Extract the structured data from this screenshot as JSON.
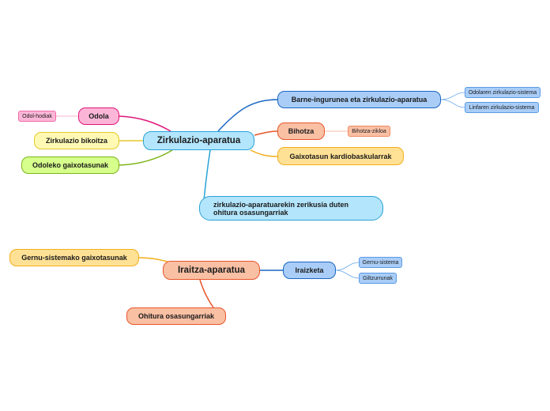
{
  "colors": {
    "blue_fill": "#b3e5fc",
    "blue_border": "#29a3d6",
    "pink_fill": "#fbb6d7",
    "pink_border": "#e0157a",
    "yellow_fill": "#fff9b4",
    "yellow_border": "#e5c92a",
    "green_fill": "#d6ff8c",
    "green_border": "#7cb518",
    "navy_fill": "#a9cdf7",
    "navy_border": "#1a66c2",
    "salmon_fill": "#f9c0a4",
    "salmon_border": "#e8552a",
    "orange_fill": "#ffe195",
    "orange_border": "#f2ae1c"
  },
  "map1": {
    "central": "Zirkulazio-aparatua",
    "odola": "Odola",
    "odol_hodiak": "Odol-hodiak",
    "zirkulazio_bikoitza": "Zirkulazio bikoitza",
    "odoleko_gaixotasunak": "Odoleko gaixotasunak",
    "barne_ingurunea": "Barne-ingurunea eta zirkulazio-aparatua",
    "odolaren_sistema": "Odolaren zirkulazio-sistema",
    "linfaren_sistema": "Linfaren zirkulazio-sistema",
    "bihotza": "Bihotza",
    "bihotza_zikloa": "Bihotza-zikloa",
    "gaixotasun_kardio": "Gaixotasun kardiobaskularrak",
    "ohiturak": "zirkulazio-aparatuarekin zerikusia duten ohitura osasungarriak"
  },
  "map2": {
    "central": "Iraitza-aparatua",
    "gernu_gaixotasunak": "Gernu-sistemako gaixotasunak",
    "iraizketa": "Iraizketa",
    "gernu_sistema": "Gernu-sistema",
    "giltzurrunak": "Giltzurrunak",
    "ohitura_osasungarriak": "Ohitura osasungarriak"
  }
}
